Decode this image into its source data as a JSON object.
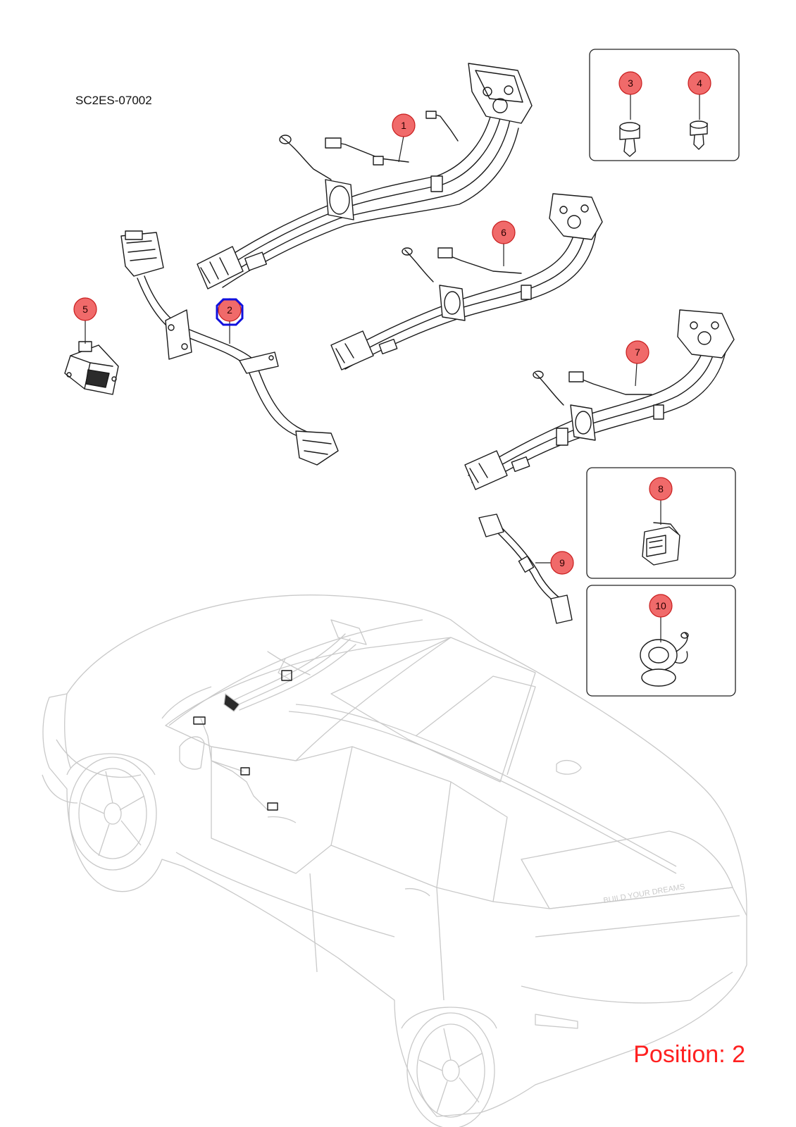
{
  "doc_code": "SC2ES-07002",
  "position_label": "Position: 2",
  "selected_callout": "2",
  "callouts": [
    "1",
    "2",
    "3",
    "4",
    "5",
    "6",
    "7",
    "8",
    "9",
    "10"
  ],
  "car_badge_text": "BUILD YOUR DREAMS",
  "colors": {
    "callout_fill": "#f06a6a",
    "callout_stroke": "#c81d1d",
    "selection_outline": "#1010dd",
    "position_text": "#ff2020",
    "car_outline": "#c9c9c9"
  }
}
